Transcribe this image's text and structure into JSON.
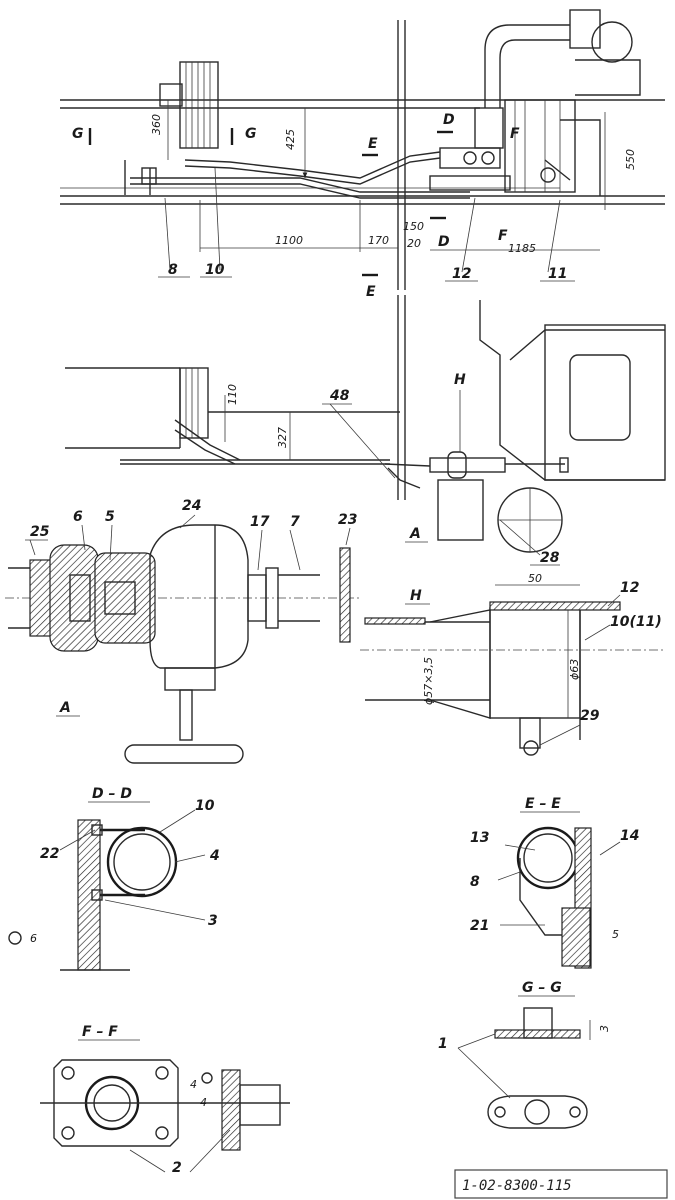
{
  "drawing": {
    "number": "1-02-8300-115",
    "top_view": {
      "dims": {
        "d360": "360",
        "d425": "425",
        "d1100": "1100",
        "d170": "170",
        "d150": "150",
        "d20": "20",
        "d1185": "1185",
        "d550": "550"
      },
      "section_marks": {
        "g1": "G",
        "g2": "G",
        "e1": "E",
        "e2": "E",
        "d1": "D",
        "d2": "D",
        "f1": "F",
        "f2": "F"
      },
      "callouts": {
        "p8": "8",
        "p10": "10",
        "p12": "12",
        "p11": "11"
      }
    },
    "side_view": {
      "dims": {
        "d110": "110",
        "d327": "327"
      },
      "callouts": {
        "p48": "48",
        "h": "H",
        "a": "A",
        "p28": "28"
      }
    },
    "detail_a": {
      "title": "A",
      "callouts": {
        "p25": "25",
        "p6": "6",
        "p5": "5",
        "p24": "24",
        "p17": "17",
        "p7": "7",
        "p23": "23"
      }
    },
    "detail_h": {
      "title": "H",
      "dims": {
        "d50": "50",
        "d57": "ϕ57×3,5",
        "d63": "ϕ63"
      },
      "callouts": {
        "p12": "12",
        "p10_11": "10(11)",
        "p29": "29"
      }
    },
    "section_dd": {
      "title": "D – D",
      "callouts": {
        "p10": "10",
        "p22": "22",
        "p4": "4",
        "p3": "3",
        "weld": "6"
      }
    },
    "section_ee": {
      "title": "E – E",
      "callouts": {
        "p13": "13",
        "p14": "14",
        "p8": "8",
        "p21": "21",
        "weld": "5"
      }
    },
    "section_ff": {
      "title": "F – F",
      "callouts": {
        "p4a": "4",
        "p4b": "4",
        "p2": "2"
      }
    },
    "section_gg": {
      "title": "G – G",
      "callouts": {
        "p1": "1",
        "d3": "3"
      }
    }
  }
}
